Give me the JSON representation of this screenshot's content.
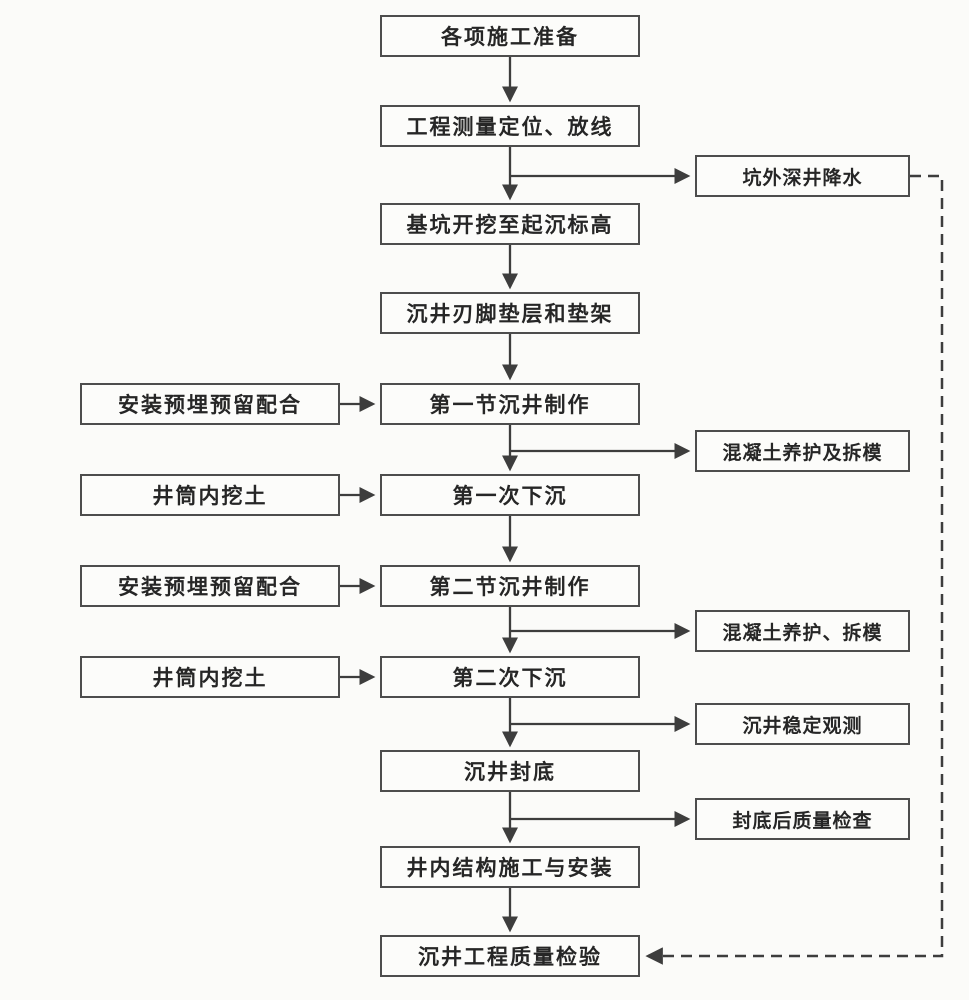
{
  "diagram": {
    "type": "flowchart",
    "nodes": {
      "main": [
        "各项施工准备",
        "工程测量定位、放线",
        "基坑开挖至起沉标高",
        "沉井刃脚垫层和垫架",
        "第一节沉井制作",
        "第一次下沉",
        "第二节沉井制作",
        "第二次下沉",
        "沉井封底",
        "井内结构施工与安装",
        "沉井工程质量检验"
      ],
      "left": [
        "安装预埋预留配合",
        "井筒内挖土",
        "安装预埋预留配合",
        "井筒内挖土"
      ],
      "right": [
        "坑外深井降水",
        "混凝土养护及拆模",
        "混凝土养护、拆模",
        "沉井稳定观测",
        "封底后质量检查"
      ]
    },
    "edges": [
      {
        "from": "各项施工准备",
        "to": "工程测量定位、放线",
        "style": "solid"
      },
      {
        "from": "工程测量定位、放线",
        "to": "坑外深井降水",
        "style": "solid"
      },
      {
        "from": "工程测量定位、放线",
        "to": "基坑开挖至起沉标高",
        "style": "solid"
      },
      {
        "from": "基坑开挖至起沉标高",
        "to": "沉井刃脚垫层和垫架",
        "style": "solid"
      },
      {
        "from": "沉井刃脚垫层和垫架",
        "to": "第一节沉井制作",
        "style": "solid"
      },
      {
        "from": "安装预埋预留配合",
        "to": "第一节沉井制作",
        "style": "solid"
      },
      {
        "from": "第一节沉井制作",
        "to": "混凝土养护及拆模",
        "style": "solid"
      },
      {
        "from": "第一节沉井制作",
        "to": "第一次下沉",
        "style": "solid"
      },
      {
        "from": "井筒内挖土",
        "to": "第一次下沉",
        "style": "solid"
      },
      {
        "from": "第一次下沉",
        "to": "第二节沉井制作",
        "style": "solid"
      },
      {
        "from": "安装预埋预留配合",
        "to": "第二节沉井制作",
        "style": "solid"
      },
      {
        "from": "第二节沉井制作",
        "to": "混凝土养护、拆模",
        "style": "solid"
      },
      {
        "from": "第二节沉井制作",
        "to": "第二次下沉",
        "style": "solid"
      },
      {
        "from": "井筒内挖土",
        "to": "第二次下沉",
        "style": "solid"
      },
      {
        "from": "第二次下沉",
        "to": "沉井稳定观测",
        "style": "solid"
      },
      {
        "from": "第二次下沉",
        "to": "沉井封底",
        "style": "solid"
      },
      {
        "from": "沉井封底",
        "to": "封底后质量检查",
        "style": "solid"
      },
      {
        "from": "沉井封底",
        "to": "井内结构施工与安装",
        "style": "solid"
      },
      {
        "from": "井内结构施工与安装",
        "to": "沉井工程质量检验",
        "style": "solid"
      },
      {
        "from": "坑外深井降水",
        "to": "沉井工程质量检验",
        "style": "dashed"
      }
    ],
    "colors": {
      "line": "#3d3d3d",
      "box_border": "#4d4d4d",
      "text": "#262626",
      "background": "#fbfbf9"
    }
  }
}
